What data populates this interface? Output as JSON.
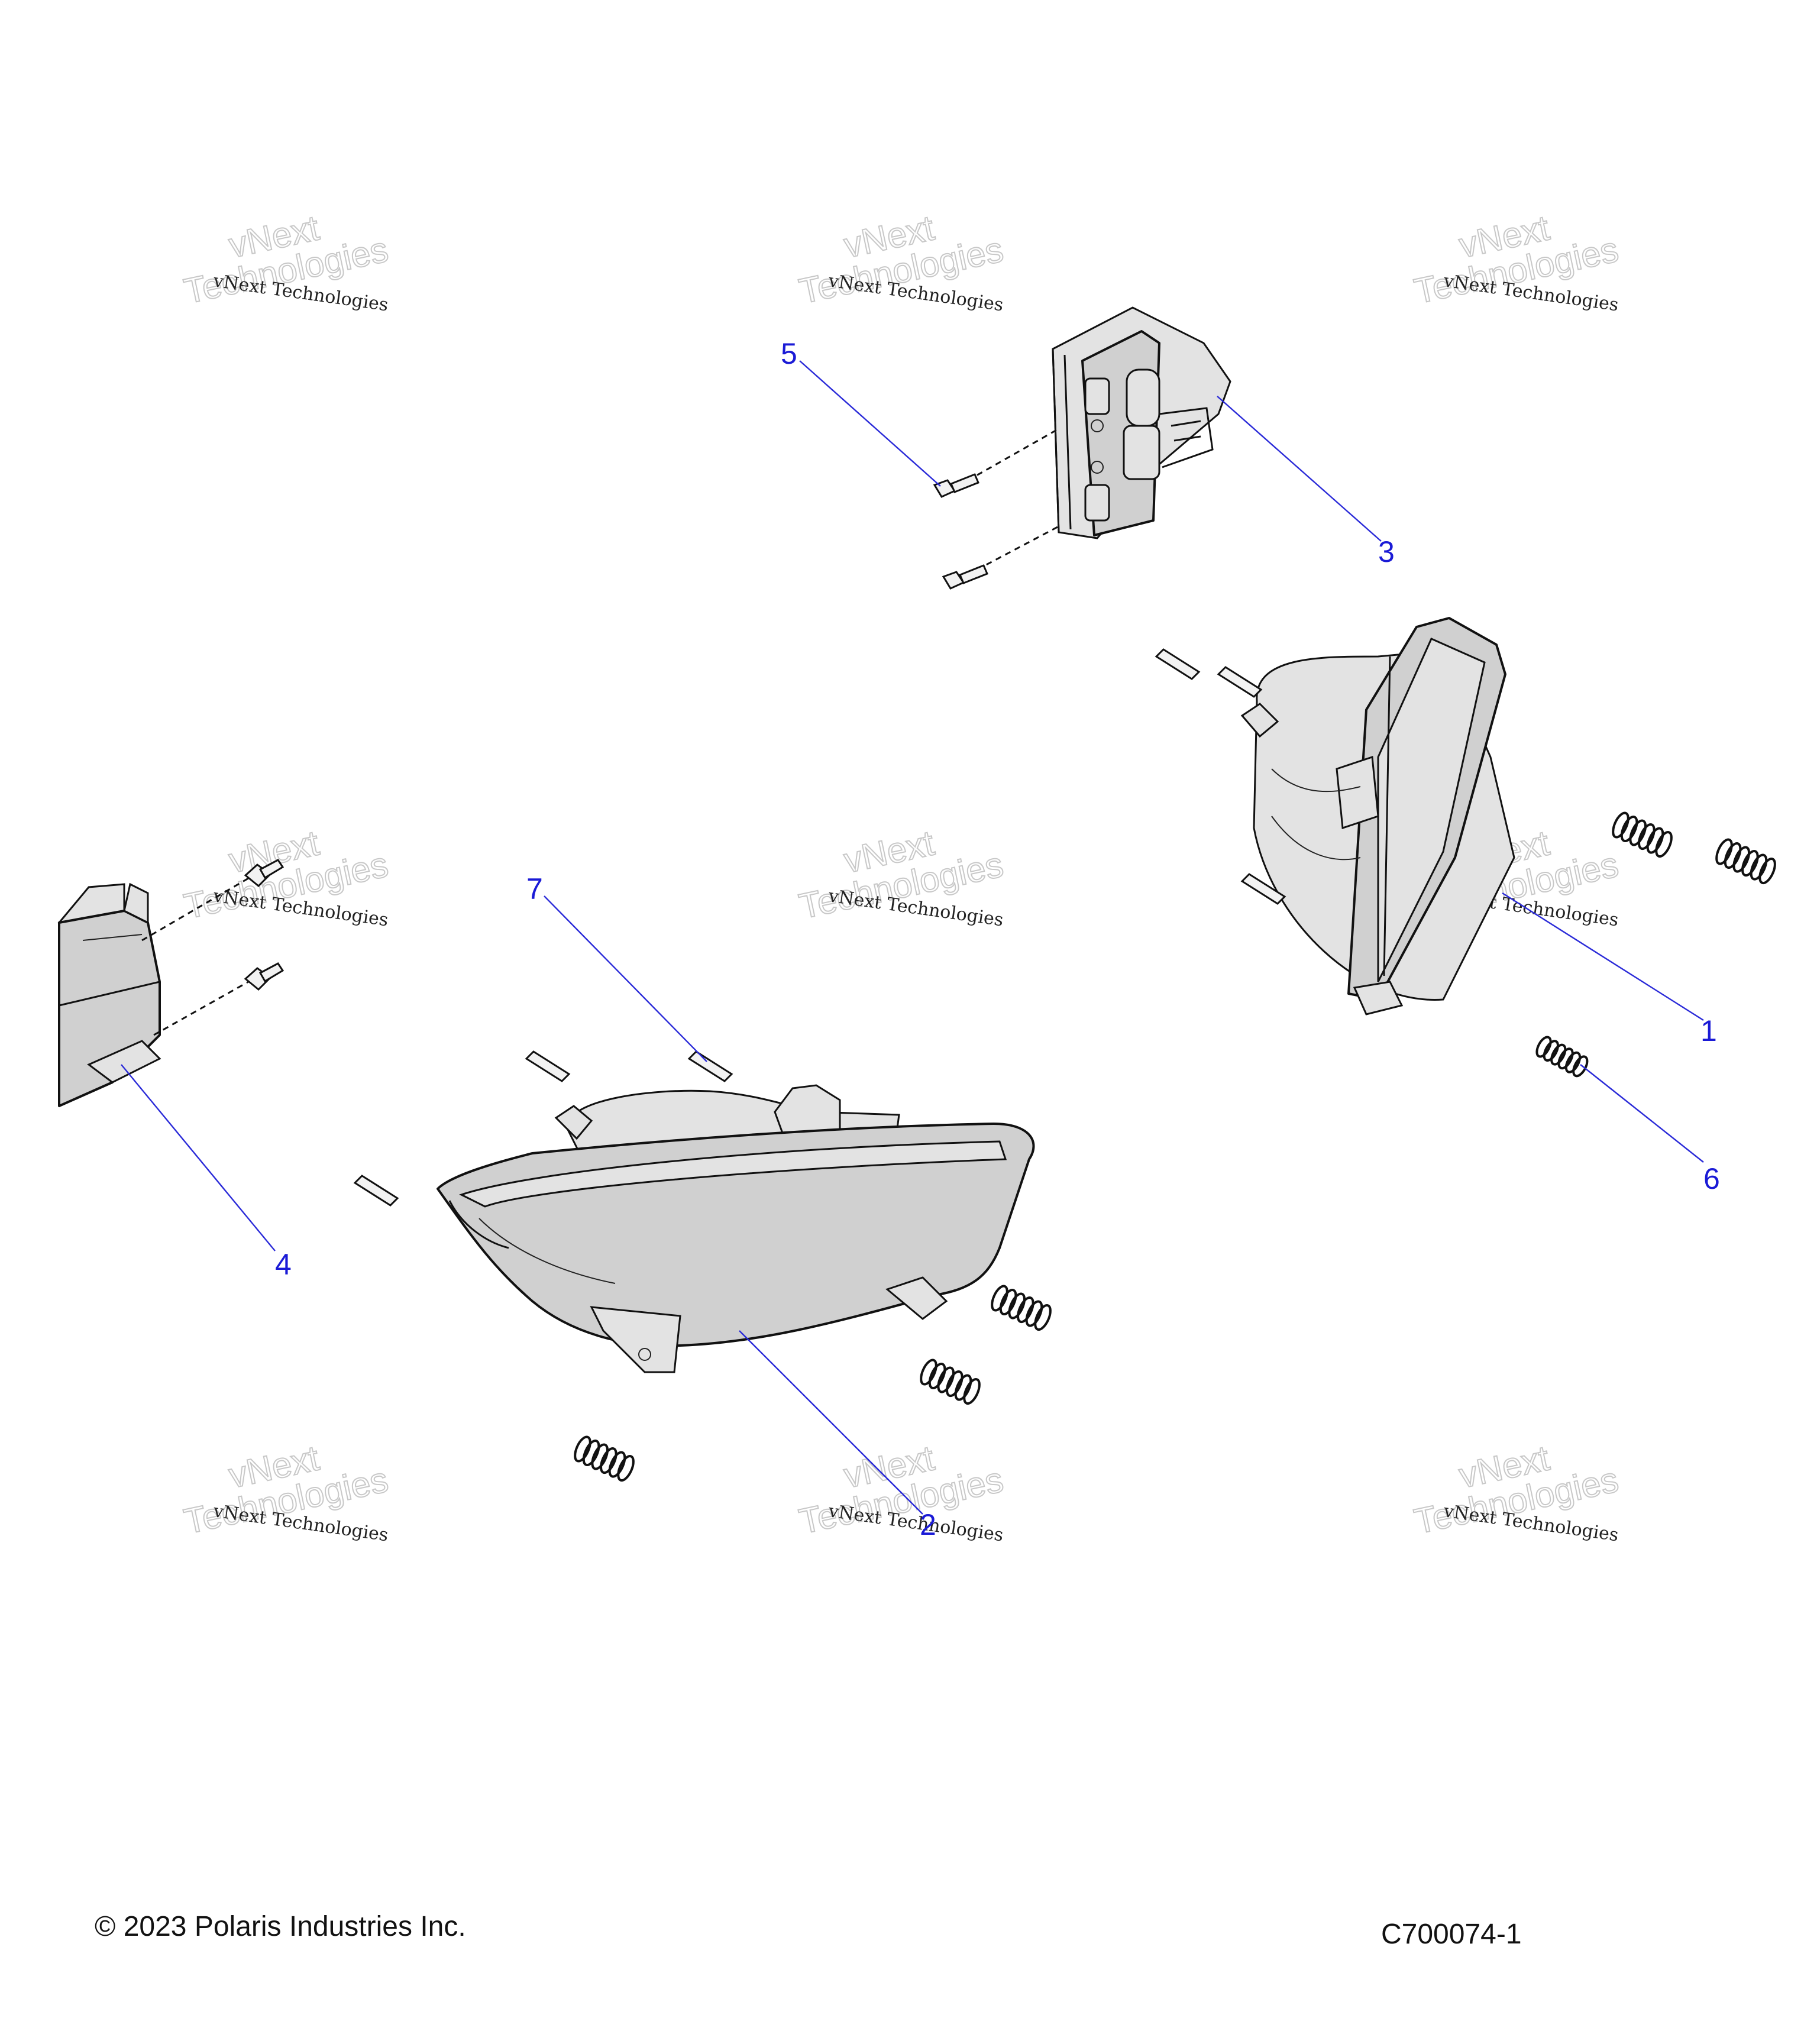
{
  "callouts": [
    {
      "label": "1"
    },
    {
      "label": "2"
    },
    {
      "label": "3"
    },
    {
      "label": "4"
    },
    {
      "label": "5"
    },
    {
      "label": "6"
    },
    {
      "label": "7"
    }
  ],
  "watermark": {
    "line1": "vNext Technologies",
    "line2": "vNext",
    "line3": "Technologies"
  },
  "footer": {
    "copyright": "© 2023 Polaris Industries Inc.",
    "drawing_id": "C700074-1"
  },
  "colors": {
    "callout": "#1a1ad6",
    "part_fill": "#d0d0d0",
    "outline": "#111111"
  }
}
